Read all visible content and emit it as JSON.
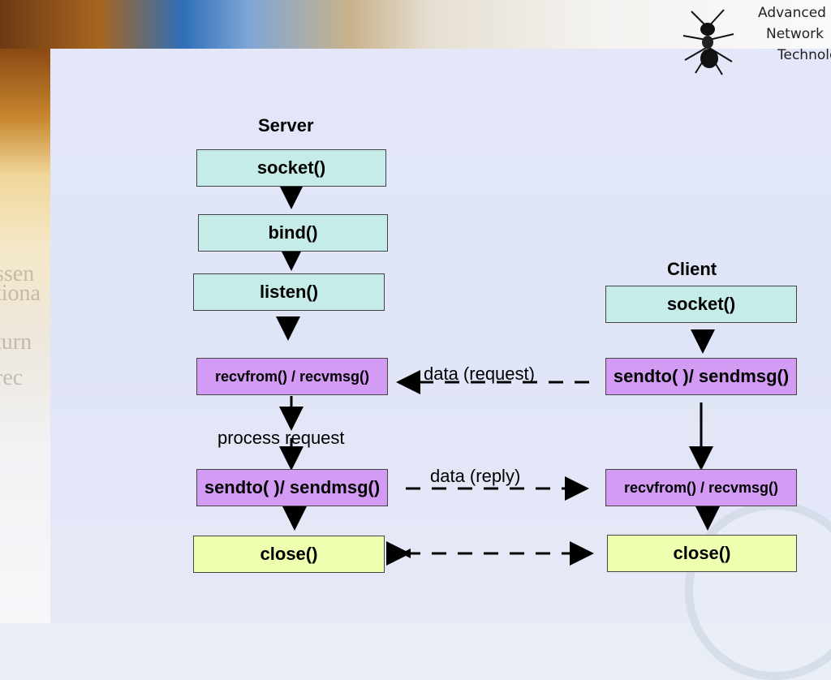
{
  "logo": {
    "lines": [
      "Advanced",
      "Network",
      "Technology"
    ]
  },
  "server": {
    "heading": "Server",
    "socket": "socket()",
    "bind": "bind()",
    "listen": "listen()",
    "recv": "recvfrom() / recvmsg()",
    "process": "process request",
    "send": "sendto( )/ sendmsg()",
    "close": "close()"
  },
  "client": {
    "heading": "Client",
    "socket": "socket()",
    "send": "sendto( )/ sendmsg()",
    "recv": "recvfrom() / recvmsg()",
    "close": "close()"
  },
  "messages": {
    "request": "data (request)",
    "reply": "data (reply)"
  },
  "colors": {
    "teal": "#c6ecea",
    "purple": "#d39bf4",
    "lime": "#eeffb0"
  }
}
